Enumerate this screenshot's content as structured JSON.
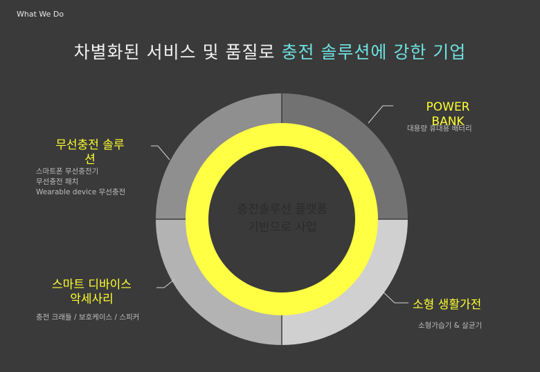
{
  "header": {
    "label": "What We Do"
  },
  "title": {
    "prefix": "차별화된 서비스 및 품질로 ",
    "highlight": "충전 솔루션에 강한 기업"
  },
  "center": {
    "line1": "충전솔루션 플랫폼",
    "line2": "기반으로 사업"
  },
  "segments": {
    "top_right": {
      "title_line1": "POWER",
      "title_line2": "BANK",
      "desc": [
        "대용량 휴대용 배터리"
      ]
    },
    "top_left": {
      "title_line1": "무선충전 솔루",
      "title_line2": "션",
      "desc": [
        "스마트폰 무선충전기",
        "무선충전 패치",
        "Wearable device 무선충전"
      ]
    },
    "bottom_left": {
      "title_line1": "스마트 디바이스",
      "title_line2": "악세사리",
      "desc": [
        "충전 크래들 / 보호케이스 / 스피커"
      ]
    },
    "bottom_right": {
      "title_line1": "소형 생활가전",
      "desc": [
        "소형가습기 & 살균기"
      ]
    }
  },
  "colors": {
    "background": "#3a3a3a",
    "ring_yellow": "#ffff44",
    "segment_top_right": "#727272",
    "segment_top_left": "#8f8f8f",
    "segment_bottom_left": "#b3b3b3",
    "segment_bottom_right": "#d0d0d0",
    "label_yellow": "#ffff33",
    "title_highlight": "#6fe0e0"
  }
}
